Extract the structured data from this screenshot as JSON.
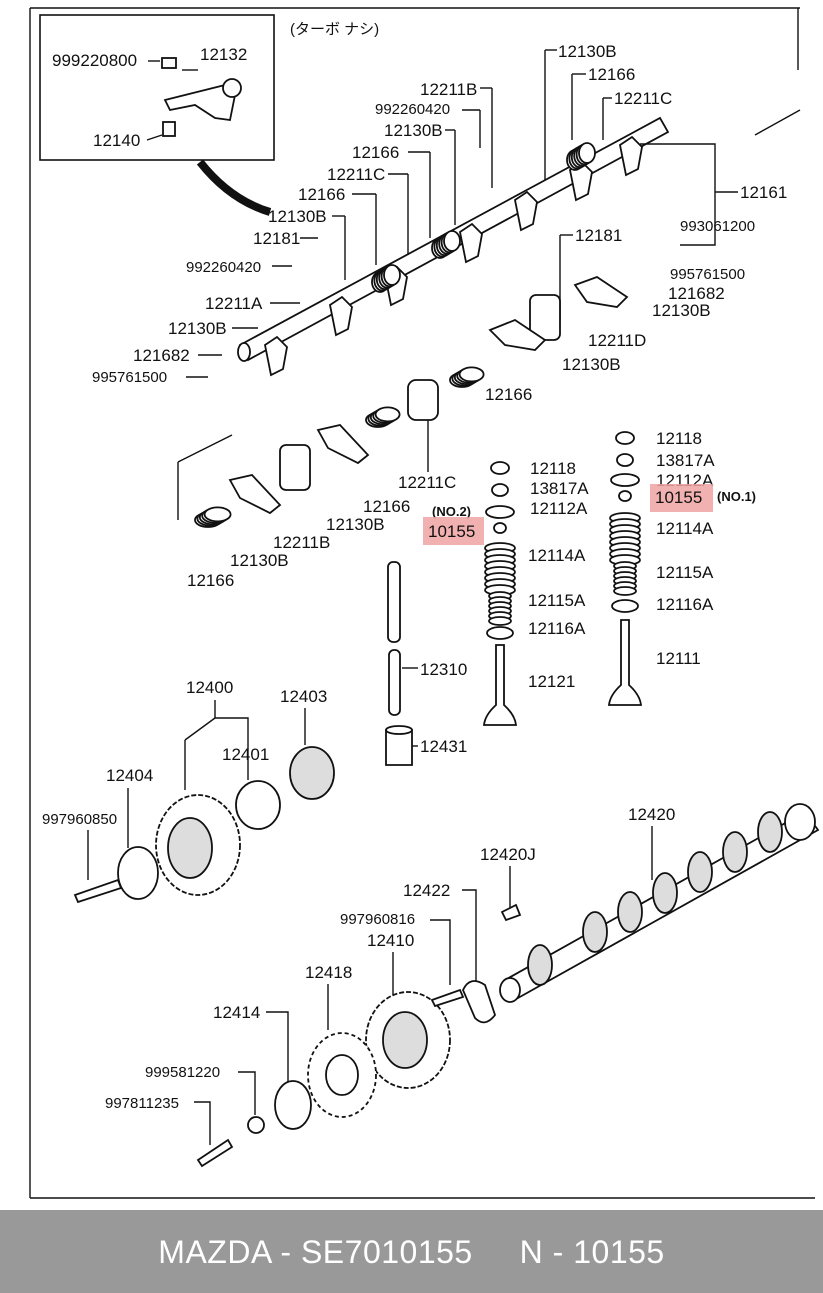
{
  "header_note": "(ターボ ナシ)",
  "footer": {
    "text": "MAZDA - SE7010155     N - 10155"
  },
  "notes": {
    "no1": "(NO.1)",
    "no2": "(NO.2)"
  },
  "labels": {
    "l999220800": "999220800",
    "l12132": "12132",
    "l12140": "12140",
    "l12130B_a": "12130B",
    "l12166_a": "12166",
    "l12211C_a": "12211C",
    "l12211B_a": "12211B",
    "l992260420_a": "992260420",
    "l12130B_b": "12130B",
    "l12166_b": "12166",
    "l12211C_b": "12211C",
    "l12166_c": "12166",
    "l12130B_c": "12130B",
    "l12181_a": "12181",
    "l992260420_b": "992260420",
    "l12211A": "12211A",
    "l12130B_d": "12130B",
    "l121682_a": "121682",
    "l995761500_a": "995761500",
    "l12161": "12161",
    "l993061200": "993061200",
    "l12181_b": "12181",
    "l995761500_b": "995761500",
    "l121682_b": "121682",
    "l12130B_e": "12130B",
    "l12211D": "12211D",
    "l12130B_f": "12130B",
    "l12166_d": "12166",
    "l12211C_c": "12211C",
    "l12166_e": "12166",
    "l12130B_g": "12130B",
    "l12211B_b": "12211B",
    "l12130B_h": "12130B",
    "l12166_f": "12166",
    "l12118_a": "12118",
    "l13817A_a": "13817A",
    "l12112A_a": "12112A",
    "l10155_a": "10155",
    "l12114A_a": "12114A",
    "l12115A_a": "12115A",
    "l12116A_a": "12116A",
    "l12121": "12121",
    "l12118_b": "12118",
    "l13817A_b": "13817A",
    "l12112A_b": "12112A",
    "l10155_b": "10155",
    "l12114A_b": "12114A",
    "l12115A_b": "12115A",
    "l12116A_b": "12116A",
    "l12111": "12111",
    "l12310": "12310",
    "l12431": "12431",
    "l12400": "12400",
    "l12403": "12403",
    "l12401": "12401",
    "l12404": "12404",
    "l997960850": "997960850",
    "l12420": "12420",
    "l12420J": "12420J",
    "l12422": "12422",
    "l997960816": "997960816",
    "l12410": "12410",
    "l12418": "12418",
    "l12414": "12414",
    "l999581220": "999581220",
    "l997811235": "997811235"
  }
}
